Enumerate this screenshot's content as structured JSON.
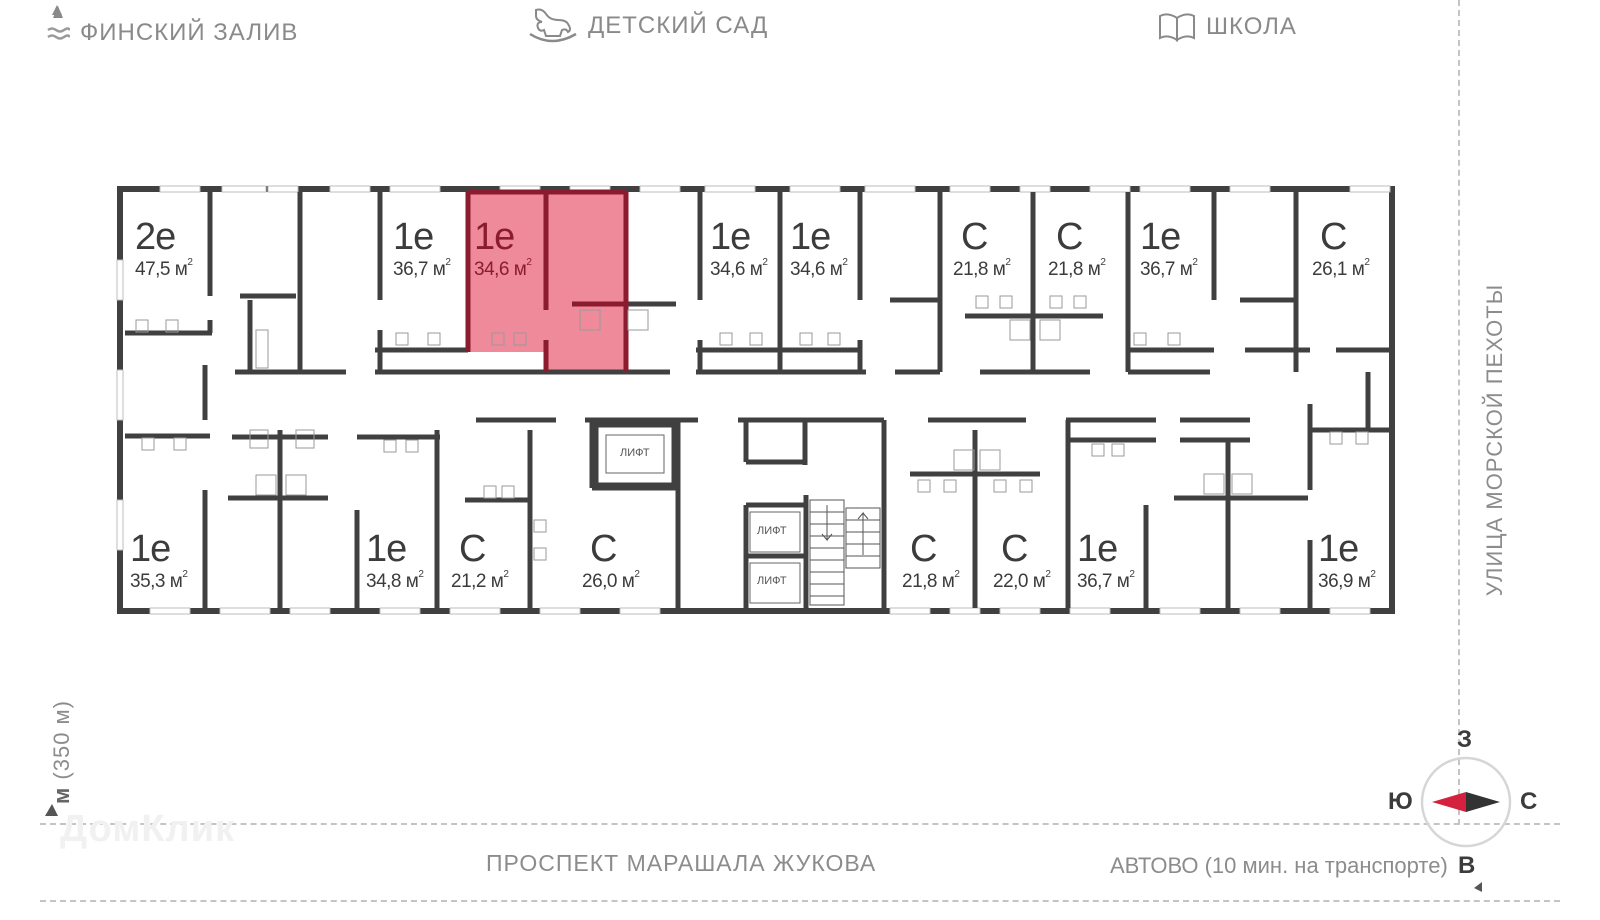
{
  "landmarks": {
    "gulf": {
      "label": "ФИНСКИЙ  ЗАЛИВ",
      "icon": "waves-icon"
    },
    "kindergarten": {
      "label": "ДЕТСКИЙ  САД",
      "icon": "rocking-horse-icon"
    },
    "school": {
      "label": "ШКОЛА",
      "icon": "open-book-icon"
    }
  },
  "streets": {
    "bottom": "ПРОСПЕКТ  МАРАШАЛА  ЖУКОВА",
    "right": "УЛИЦА  МОРСКОЙ  ПЕХОТЫ",
    "metro_left": "м (350 м)",
    "metro_left_letter": "м",
    "metro_left_distance": "(350 м)",
    "metro_right": "АВТОВО (10 мин. на транспорте)"
  },
  "compass": {
    "north_label": "С",
    "south_label": "Ю",
    "west_label": "З",
    "east_label": "В",
    "colors": {
      "south_arrow": "#d4213f",
      "north_arrow": "#333333",
      "ring": "#d6d6d6"
    }
  },
  "watermark": "ДомКлик",
  "colors": {
    "wall": "#404040",
    "selected_fill": "#ee8a9a",
    "selected_wall": "#8b1b2e",
    "text_muted": "#8a8a8a"
  },
  "lift_label": "ЛИФТ",
  "unit_area_suffix": "м",
  "units": [
    {
      "id": "u1",
      "type": "2е",
      "area": "47,5",
      "row": "top",
      "selected": false
    },
    {
      "id": "u2",
      "type": "1е",
      "area": "36,7",
      "row": "top",
      "selected": false
    },
    {
      "id": "u3",
      "type": "1е",
      "area": "34,6",
      "row": "top",
      "selected": true
    },
    {
      "id": "u4",
      "type": "1е",
      "area": "34,6",
      "row": "top",
      "selected": false
    },
    {
      "id": "u5",
      "type": "1е",
      "area": "34,6",
      "row": "top",
      "selected": false
    },
    {
      "id": "u6",
      "type": "С",
      "area": "21,8",
      "row": "top",
      "selected": false
    },
    {
      "id": "u7",
      "type": "С",
      "area": "21,8",
      "row": "top",
      "selected": false
    },
    {
      "id": "u8",
      "type": "1е",
      "area": "36,7",
      "row": "top",
      "selected": false
    },
    {
      "id": "u9",
      "type": "С",
      "area": "26,1",
      "row": "top",
      "selected": false
    },
    {
      "id": "u10",
      "type": "1е",
      "area": "35,3",
      "row": "bottom",
      "selected": false
    },
    {
      "id": "u11",
      "type": "1е",
      "area": "34,8",
      "row": "bottom",
      "selected": false
    },
    {
      "id": "u12",
      "type": "С",
      "area": "21,2",
      "row": "bottom",
      "selected": false
    },
    {
      "id": "u13",
      "type": "С",
      "area": "26,0",
      "row": "bottom",
      "selected": false
    },
    {
      "id": "u14",
      "type": "С",
      "area": "21,8",
      "row": "bottom",
      "selected": false
    },
    {
      "id": "u15",
      "type": "С",
      "area": "22,0",
      "row": "bottom",
      "selected": false
    },
    {
      "id": "u16",
      "type": "1е",
      "area": "36,7",
      "row": "bottom",
      "selected": false
    },
    {
      "id": "u17",
      "type": "1е",
      "area": "36,9",
      "row": "bottom",
      "selected": false
    }
  ]
}
